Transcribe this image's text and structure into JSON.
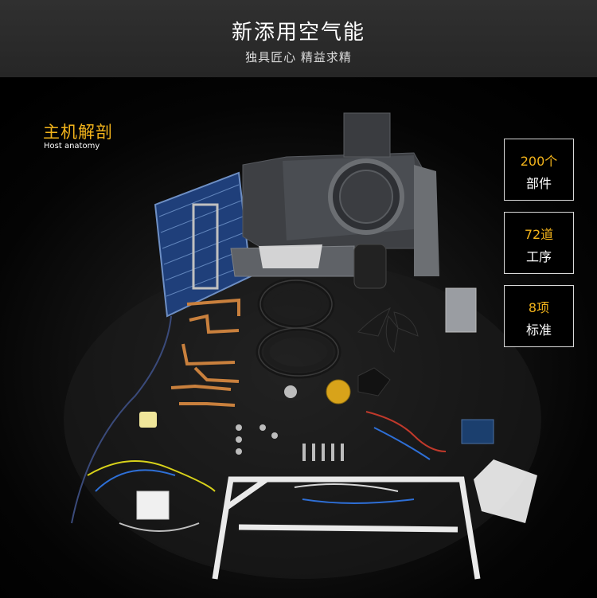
{
  "header": {
    "title": "新添用空气能",
    "subtitle": "独具匠心 精益求精"
  },
  "section": {
    "title": "主机解剖",
    "subtitle": "Host anatomy"
  },
  "stats": [
    {
      "number": "200个",
      "label": "部件"
    },
    {
      "number": "72道",
      "label": "工序"
    },
    {
      "number": "8项",
      "label": "标准"
    }
  ],
  "colors": {
    "accent": "#f3b41b",
    "header_bg": "#2c2c2c",
    "background": "#000000"
  }
}
